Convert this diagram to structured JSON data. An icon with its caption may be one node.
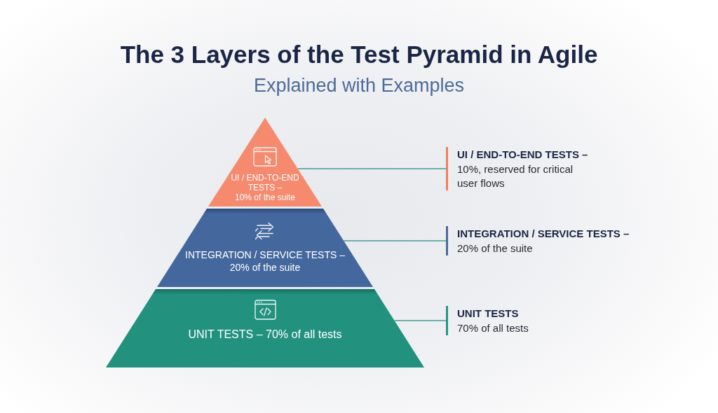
{
  "diagram": {
    "title": "The 3 Layers of the Test Pyramid in Agile",
    "nodes": [
      {
        "text": [
          "UI / END-TO-END TESTS –",
          "10% of the suite"
        ]
      },
      {
        "text": [
          "INTEGRATION / SERVICE TESTS –",
          "20% of the suite"
        ]
      },
      {
        "text": [
          "UNIT TESTS – 70% of all tests"
        ]
      },
      {
        "text": [
          "UI / END-TO-END TESTS –",
          "10%, reserved for critical user flows"
        ]
      },
      {
        "text": [
          "INTEGRATION / SERVICE TESTS –",
          "20% of the suite"
        ]
      },
      {
        "text": [
          "UNIT TESTS",
          "70% of all tests"
        ]
      }
    ],
    "edges": [
      {
        "from": 0,
        "to": 3,
        "arrow": "none"
      },
      {
        "from": 1,
        "to": 4,
        "arrow": "none"
      },
      {
        "from": 2,
        "to": 5,
        "arrow": "none"
      }
    ],
    "labels": [
      "Explained with Examples"
    ]
  }
}
